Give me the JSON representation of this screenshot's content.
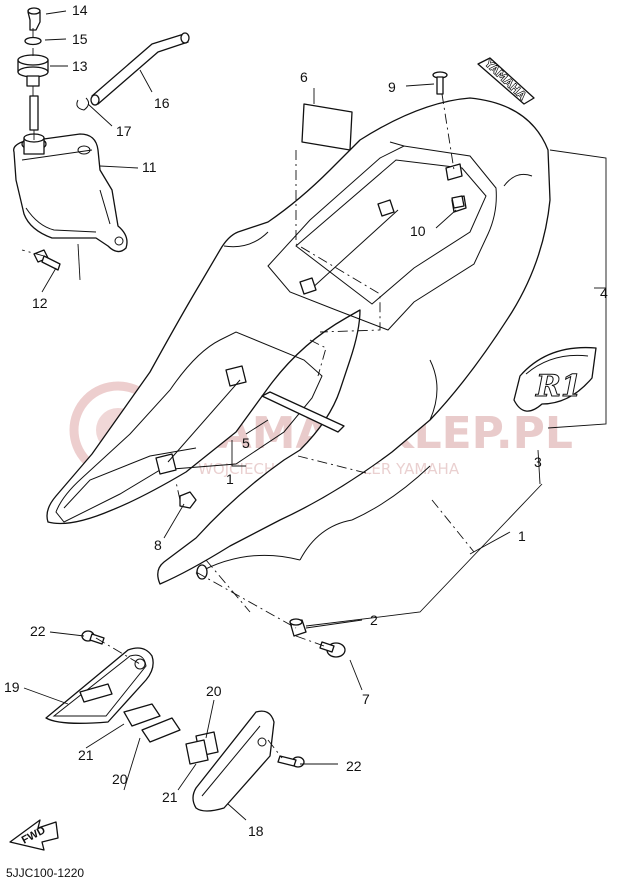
{
  "diagram": {
    "code": "5JJC100-1220",
    "fwd_label": "FWD",
    "decal_text": "YAMAHA",
    "r1_text": "R1",
    "watermark": {
      "title": "YAMA-SKLEP.PL",
      "subtitle": "WOJCIECHOWICZ DEALER YAMAHA"
    },
    "labels": [
      "14",
      "15",
      "13",
      "16",
      "17",
      "11",
      "12",
      "6",
      "9",
      "10",
      "4",
      "5",
      "1",
      "3",
      "8",
      "1",
      "2",
      "7",
      "22",
      "19",
      "20",
      "21",
      "20",
      "21",
      "22",
      "18"
    ]
  }
}
